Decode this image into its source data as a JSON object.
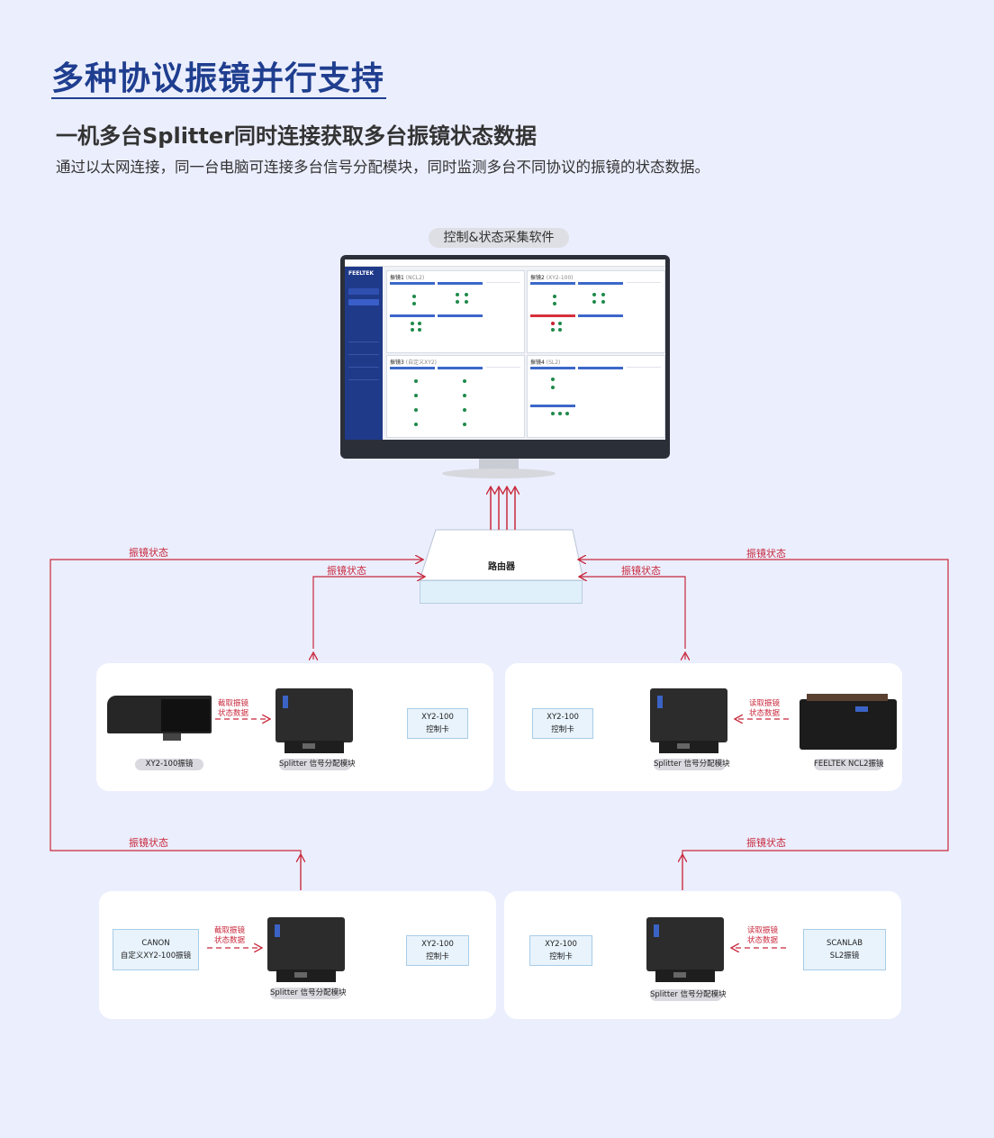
{
  "header": {
    "title": "多种协议振镜并行支持",
    "subtitle": "一机多台Splitter同时连接获取多台振镜状态数据",
    "description": "通过以太网连接，同一台电脑可连接多台信号分配模块，同时监测多台不同协议的振镜的状态数据。"
  },
  "software": {
    "label": "控制&状态采集软件",
    "brand": "FEELTEK",
    "panels": [
      {
        "name": "振镜1",
        "protocol": "(NCL2)"
      },
      {
        "name": "振镜2",
        "protocol": "(XY2-100)"
      },
      {
        "name": "振镜3",
        "protocol": "(自定义XY2)"
      },
      {
        "name": "振镜4",
        "protocol": "(SL2)"
      }
    ]
  },
  "router": {
    "label": "路由器"
  },
  "links": {
    "status_label": "振镜状态"
  },
  "groups": [
    {
      "galvo": "XY2-100振镜",
      "splitter": "Splitter 信号分配模块",
      "card": [
        "XY2-100",
        "控制卡"
      ],
      "read": [
        "截取振镜",
        "状态数据"
      ]
    },
    {
      "galvo": "FEELTEK NCL2振镜",
      "splitter": "Splitter 信号分配模块",
      "card": [
        "XY2-100",
        "控制卡"
      ],
      "read": [
        "读取振镜",
        "状态数据"
      ]
    },
    {
      "galvo": [
        "CANON",
        "自定义XY2-100振镜"
      ],
      "splitter": "Splitter 信号分配模块",
      "card": [
        "XY2-100",
        "控制卡"
      ],
      "read": [
        "截取振镜",
        "状态数据"
      ]
    },
    {
      "galvo": [
        "SCANLAB",
        "SL2振镜"
      ],
      "splitter": "Splitter 信号分配模块",
      "card": [
        "XY2-100",
        "控制卡"
      ],
      "read": [
        "读取振镜",
        "状态数据"
      ]
    }
  ],
  "colors": {
    "title": "#1f3e8f",
    "link": "#c8283c",
    "background": "#ebeefd"
  }
}
